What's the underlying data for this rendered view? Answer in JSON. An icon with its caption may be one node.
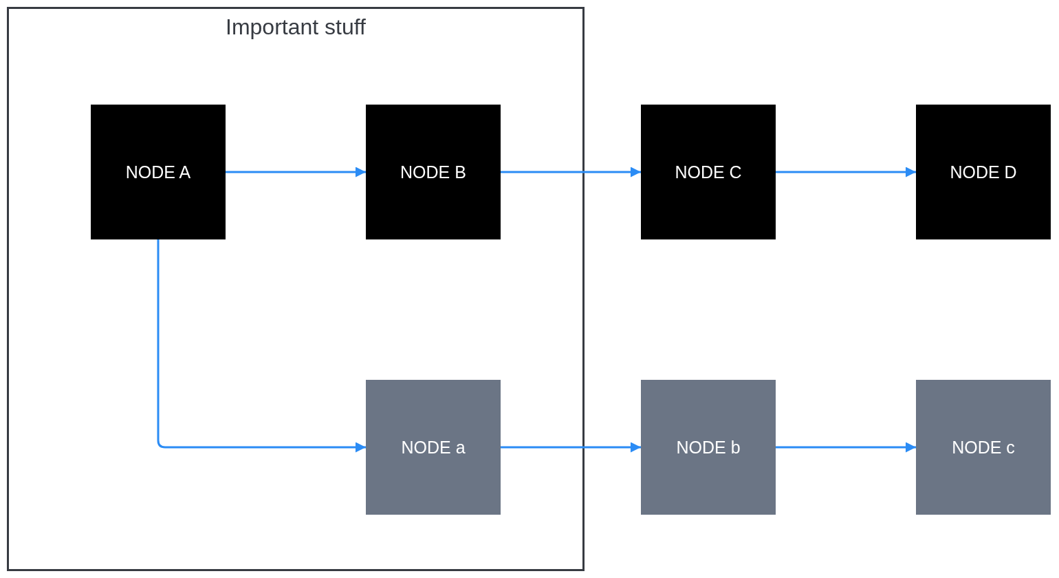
{
  "diagram": {
    "nodes": [
      {
        "text": [
          "Important stuff"
        ]
      },
      {
        "text": [
          "NODE A"
        ],
        "in": 0
      },
      {
        "text": [
          "NODE B"
        ],
        "in": 0
      },
      {
        "text": [
          "NODE C"
        ]
      },
      {
        "text": [
          "NODE D"
        ]
      },
      {
        "text": [
          "NODE a"
        ],
        "in": 0
      },
      {
        "text": [
          "NODE b"
        ]
      },
      {
        "text": [
          "NODE c"
        ]
      }
    ],
    "edges": [
      {
        "from": 1,
        "to": 2,
        "arrow": "to"
      },
      {
        "from": 2,
        "to": 3,
        "arrow": "to"
      },
      {
        "from": 3,
        "to": 4,
        "arrow": "to"
      },
      {
        "from": 1,
        "to": 5,
        "arrow": "to"
      },
      {
        "from": 5,
        "to": 6,
        "arrow": "to"
      },
      {
        "from": 6,
        "to": 7,
        "arrow": "to"
      }
    ]
  }
}
